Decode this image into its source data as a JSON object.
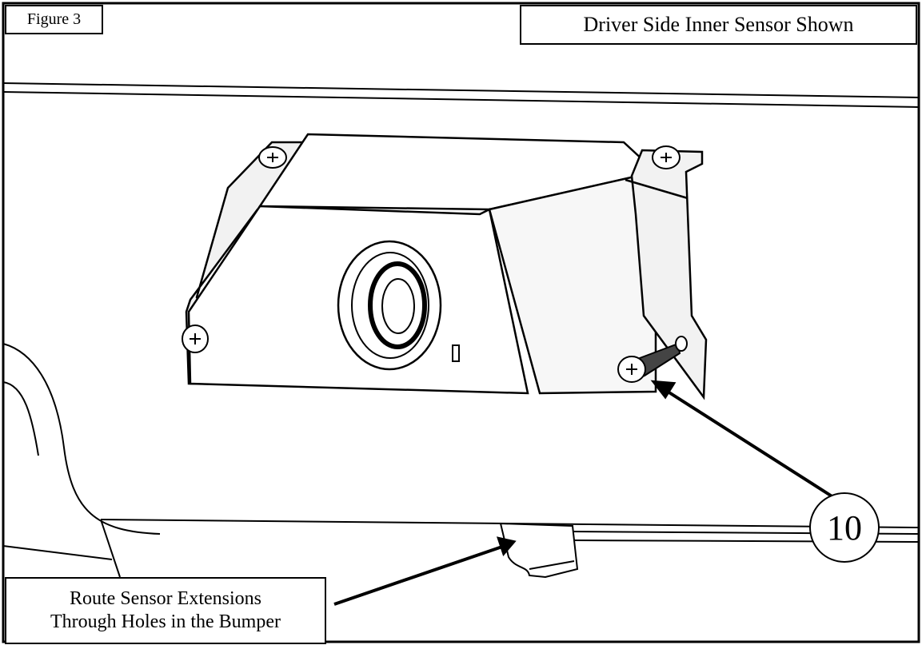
{
  "figure_label": "Figure 3",
  "title": "Driver Side Inner Sensor Shown",
  "callout_number": "10",
  "route_note": {
    "line1": "Route Sensor Extensions",
    "line2": "Through Holes in the Bumper"
  },
  "colors": {
    "ink": "#000000",
    "paper": "#ffffff",
    "surface": "#f2f2f2"
  }
}
